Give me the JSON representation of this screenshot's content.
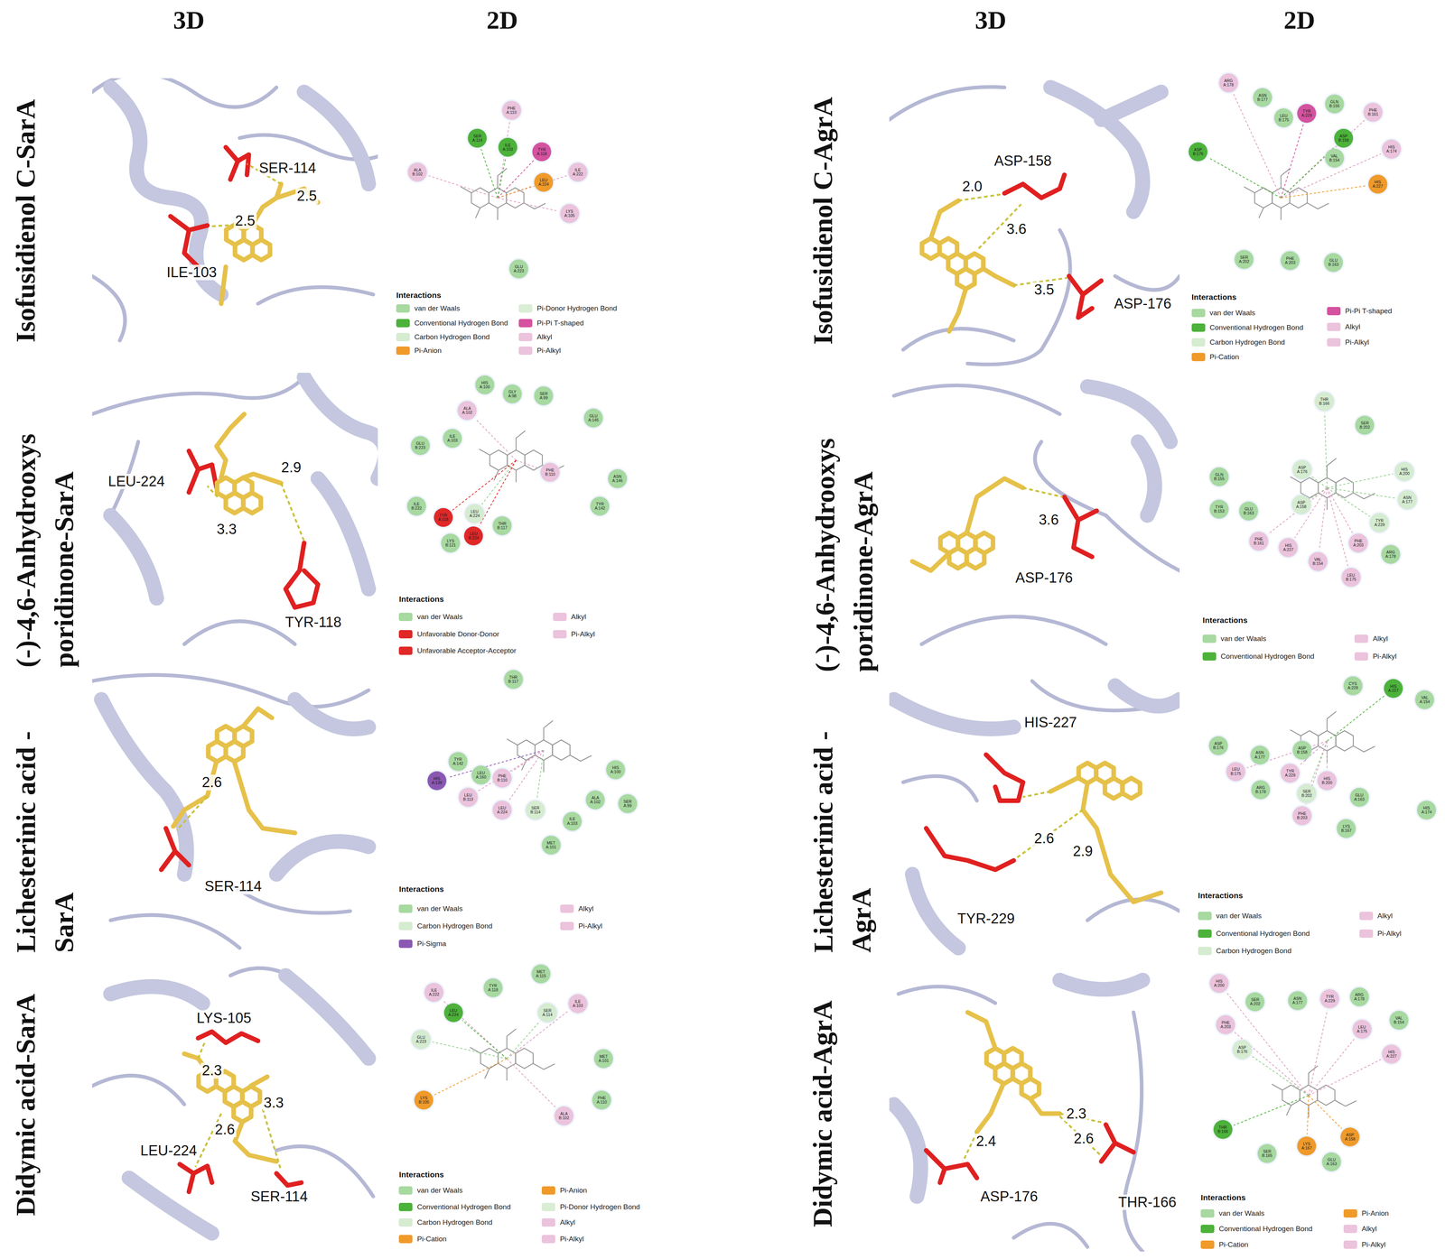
{
  "diagram": {
    "nodes": [
      {
        "text": [
          "PHE A:110"
        ]
      },
      {
        "text": [
          "SER A:114"
        ]
      },
      {
        "text": [
          "ILE A:103"
        ]
      },
      {
        "text": [
          "TYR A:118"
        ]
      },
      {
        "text": [
          "ALA B:102"
        ]
      },
      {
        "text": [
          "ILE A:222"
        ]
      },
      {
        "text": [
          "LEU A:224"
        ]
      },
      {
        "text": [
          "LYS A:105"
        ]
      },
      {
        "text": [
          "GLU A:223"
        ]
      },
      {
        "text": [
          "ARG A:178"
        ]
      },
      {
        "text": [
          "ASN B:177"
        ]
      },
      {
        "text": [
          "GLN B:155"
        ]
      },
      {
        "text": [
          "TYR A:229"
        ]
      },
      {
        "text": [
          "PHE B:161"
        ]
      },
      {
        "text": [
          "LEU B:175"
        ]
      },
      {
        "text": [
          "ASP B:158"
        ]
      },
      {
        "text": [
          "ASP B:176"
        ]
      },
      {
        "text": [
          "HIS A:174"
        ]
      },
      {
        "text": [
          "VAL B:154"
        ]
      },
      {
        "text": [
          "HIS A:227"
        ]
      },
      {
        "text": [
          "SER A:202"
        ]
      },
      {
        "text": [
          "PHE A:203"
        ]
      },
      {
        "text": [
          "GLU B:163"
        ]
      },
      {
        "text": [
          "HIS A:100"
        ]
      },
      {
        "text": [
          "GLY A:98"
        ]
      },
      {
        "text": [
          "SER A:99"
        ]
      },
      {
        "text": [
          "ALA A:102"
        ]
      },
      {
        "text": [
          "GLU A:145"
        ]
      },
      {
        "text": [
          "ILE A:103"
        ]
      },
      {
        "text": [
          "GLU B:223"
        ]
      },
      {
        "text": [
          "PHE B:110"
        ]
      },
      {
        "text": [
          "ASN A:146"
        ]
      },
      {
        "text": [
          "ILE B:222"
        ]
      },
      {
        "text": [
          "TYR A:142"
        ]
      },
      {
        "text": [
          "LEU A:224"
        ]
      },
      {
        "text": [
          "TYR A:118"
        ]
      },
      {
        "text": [
          "THR B:117"
        ]
      },
      {
        "text": [
          "LEU B:224"
        ]
      },
      {
        "text": [
          "LYS B:121"
        ]
      },
      {
        "text": [
          "THR B:166"
        ]
      },
      {
        "text": [
          "SER B:202"
        ]
      },
      {
        "text": [
          "ASP A:176"
        ]
      },
      {
        "text": [
          "HIS A:200"
        ]
      },
      {
        "text": [
          "GLN B:155"
        ]
      },
      {
        "text": [
          "ASN A:177"
        ]
      },
      {
        "text": [
          "ASP A:158"
        ]
      },
      {
        "text": [
          "TYR B:153"
        ]
      },
      {
        "text": [
          "GLU B:163"
        ]
      },
      {
        "text": [
          "TYR A:229"
        ]
      },
      {
        "text": [
          "PHE B:161"
        ]
      },
      {
        "text": [
          "PHE A:203"
        ]
      },
      {
        "text": [
          "HIS A:227"
        ]
      },
      {
        "text": [
          "ARG A:178"
        ]
      },
      {
        "text": [
          "VAL B:154"
        ]
      },
      {
        "text": [
          "LEU B:175"
        ]
      },
      {
        "text": [
          "THR B:117"
        ]
      },
      {
        "text": [
          "TYR A:142"
        ]
      },
      {
        "text": [
          "HIS A:139"
        ]
      },
      {
        "text": [
          "LEU A:160"
        ]
      },
      {
        "text": [
          "PHE B:110"
        ]
      },
      {
        "text": [
          "HIS A:100"
        ]
      },
      {
        "text": [
          "LEU B:113"
        ]
      },
      {
        "text": [
          "ALA A:102"
        ]
      },
      {
        "text": [
          "SER A:99"
        ]
      },
      {
        "text": [
          "LEU A:224"
        ]
      },
      {
        "text": [
          "SER B:114"
        ]
      },
      {
        "text": [
          "ILE A:103"
        ]
      },
      {
        "text": [
          "MET A:101"
        ]
      },
      {
        "text": [
          "CYS A:228"
        ]
      },
      {
        "text": [
          "HIS A:227"
        ]
      },
      {
        "text": [
          "VAL A:154"
        ]
      },
      {
        "text": [
          "ASP B:176"
        ]
      },
      {
        "text": [
          "ASP B:158"
        ]
      },
      {
        "text": [
          "ASN A:177"
        ]
      },
      {
        "text": [
          "LEU B:175"
        ]
      },
      {
        "text": [
          "TYR A:229"
        ]
      },
      {
        "text": [
          "HIS B:200"
        ]
      },
      {
        "text": [
          "SER B:202"
        ]
      },
      {
        "text": [
          "ARG B:178"
        ]
      },
      {
        "text": [
          "GLU A:163"
        ]
      },
      {
        "text": [
          "HIS A:174"
        ]
      },
      {
        "text": [
          "PHE B:203"
        ]
      },
      {
        "text": [
          "LYS B:167"
        ]
      },
      {
        "text": [
          "MET A:115"
        ]
      },
      {
        "text": [
          "TYR A:118"
        ]
      },
      {
        "text": [
          "ILE A:222"
        ]
      },
      {
        "text": [
          "ILE A:103"
        ]
      },
      {
        "text": [
          "LEU A:224"
        ]
      },
      {
        "text": [
          "SER A:114"
        ]
      },
      {
        "text": [
          "GLU A:223"
        ]
      },
      {
        "text": [
          "MET A:101"
        ]
      },
      {
        "text": [
          "LYS B:105"
        ]
      },
      {
        "text": [
          "PHE A:110"
        ]
      },
      {
        "text": [
          "ALA B:102"
        ]
      },
      {
        "text": [
          "HIS A:200"
        ]
      },
      {
        "text": [
          "TYR A:229"
        ]
      },
      {
        "text": [
          "ARG A:178"
        ]
      },
      {
        "text": [
          "ASN A:177"
        ]
      },
      {
        "text": [
          "SER A:202"
        ]
      },
      {
        "text": [
          "VAL B:154"
        ]
      },
      {
        "text": [
          "PHE A:203"
        ]
      },
      {
        "text": [
          "LEU A:175"
        ]
      },
      {
        "text": [
          "ASP B:176"
        ]
      },
      {
        "text": [
          "HIS A:227"
        ]
      },
      {
        "text": [
          "THR B:166"
        ]
      },
      {
        "text": [
          "ASP A:158"
        ]
      },
      {
        "text": [
          "LYS A:167"
        ]
      },
      {
        "text": [
          "SER B:165"
        ]
      },
      {
        "text": [
          "GLU A:163"
        ]
      }
    ],
    "labels": [
      "3D",
      "2D",
      "3D",
      "2D",
      "Isofusidienol C-SarA",
      "SER-114",
      "2.5",
      "2.5",
      "ILE-103",
      "Interactions",
      "Isofusidienol C-AgrA",
      "ASP-158",
      "2.0",
      "3.6",
      "3.5",
      "ASP-176",
      "Interactions",
      "(-)-4,6-Anhydrooxys poridinone-SarA",
      "LEU-224",
      "2.9",
      "3.3",
      "TYR-118",
      "Interactions",
      "(-)-4,6-Anhydrooxys poridinone-AgrA",
      "3.6",
      "ASP-176",
      "Interactions",
      "Lichesterinic acid -SarA",
      "2.6",
      "SER-114",
      "Interactions",
      "Lichesterinic acid -AgrA",
      "HIS-227",
      "2.6",
      "2.9",
      "TYR-229",
      "Interactions",
      "Didymic acid-SarA",
      "LYS-105",
      "2.3",
      "3.3",
      "2.6",
      "LEU-224",
      "SER-114",
      "Interactions",
      "Didymic acid-AgrA",
      "2.3",
      "2.4",
      "2.6",
      "ASP-176",
      "THR-166",
      "Interactions"
    ],
    "legend": [
      {
        "text": "van der Waals",
        "color": "#a7d9a0"
      },
      {
        "text": "Conventional Hydrogen Bond",
        "color": "#4cb23a"
      },
      {
        "text": "Carbon Hydrogen Bond",
        "color": "#d5ecd0"
      },
      {
        "text": "Pi-Anion",
        "color": "#f09a2a"
      },
      {
        "text": "Pi-Donor Hydrogen Bond",
        "color": "#d9eed5"
      },
      {
        "text": "Pi-Pi T-shaped",
        "color": "#d4529f"
      },
      {
        "text": "Alkyl",
        "color": "#ebc3dc"
      },
      {
        "text": "Pi-Alkyl",
        "color": "#ebc3dc"
      },
      {
        "text": "van der Waals",
        "color": "#a7d9a0"
      },
      {
        "text": "Conventional Hydrogen Bond",
        "color": "#4cb23a"
      },
      {
        "text": "Carbon Hydrogen Bond",
        "color": "#d5ecd0"
      },
      {
        "text": "Pi-Cation",
        "color": "#f09a2a"
      },
      {
        "text": "Pi-Pi T-shaped",
        "color": "#d4529f"
      },
      {
        "text": "Alkyl",
        "color": "#ebc3dc"
      },
      {
        "text": "Pi-Alkyl",
        "color": "#ebc3dc"
      },
      {
        "text": "van der Waals",
        "color": "#a7d9a0"
      },
      {
        "text": "Unfavorable Donor-Donor",
        "color": "#e02828"
      },
      {
        "text": "Unfavorable Acceptor-Acceptor",
        "color": "#e02828"
      },
      {
        "text": "Alkyl",
        "color": "#ebc3dc"
      },
      {
        "text": "Pi-Alkyl",
        "color": "#ebc3dc"
      },
      {
        "text": "van der Waals",
        "color": "#a7d9a0"
      },
      {
        "text": "Conventional Hydrogen Bond",
        "color": "#4cb23a"
      },
      {
        "text": "Alkyl",
        "color": "#ebc3dc"
      },
      {
        "text": "Pi-Alkyl",
        "color": "#ebc3dc"
      },
      {
        "text": "van der Waals",
        "color": "#a7d9a0"
      },
      {
        "text": "Carbon Hydrogen Bond",
        "color": "#d5ecd0"
      },
      {
        "text": "Pi-Sigma",
        "color": "#8a58b2"
      },
      {
        "text": "Alkyl",
        "color": "#ebc3dc"
      },
      {
        "text": "Pi-Alkyl",
        "color": "#ebc3dc"
      },
      {
        "text": "van der Waals",
        "color": "#a7d9a0"
      },
      {
        "text": "Conventional Hydrogen Bond",
        "color": "#4cb23a"
      },
      {
        "text": "Carbon Hydrogen Bond",
        "color": "#d5ecd0"
      },
      {
        "text": "Alkyl",
        "color": "#ebc3dc"
      },
      {
        "text": "Pi-Alkyl",
        "color": "#ebc3dc"
      },
      {
        "text": "van der Waals",
        "color": "#a7d9a0"
      },
      {
        "text": "Conventional Hydrogen Bond",
        "color": "#4cb23a"
      },
      {
        "text": "Carbon Hydrogen Bond",
        "color": "#d5ecd0"
      },
      {
        "text": "Pi-Cation",
        "color": "#f09a2a"
      },
      {
        "text": "Pi-Anion",
        "color": "#f09a2a"
      },
      {
        "text": "Pi-Donor Hydrogen Bond",
        "color": "#d9eed5"
      },
      {
        "text": "Alkyl",
        "color": "#ebc3dc"
      },
      {
        "text": "Pi-Alkyl",
        "color": "#ebc3dc"
      },
      {
        "text": "van der Waals",
        "color": "#a7d9a0"
      },
      {
        "text": "Conventional Hydrogen Bond",
        "color": "#4cb23a"
      },
      {
        "text": "Pi-Cation",
        "color": "#f09a2a"
      },
      {
        "text": "Pi-Anion",
        "color": "#f09a2a"
      },
      {
        "text": "Alkyl",
        "color": "#ebc3dc"
      },
      {
        "text": "Pi-Alkyl",
        "color": "#ebc3dc"
      }
    ]
  }
}
